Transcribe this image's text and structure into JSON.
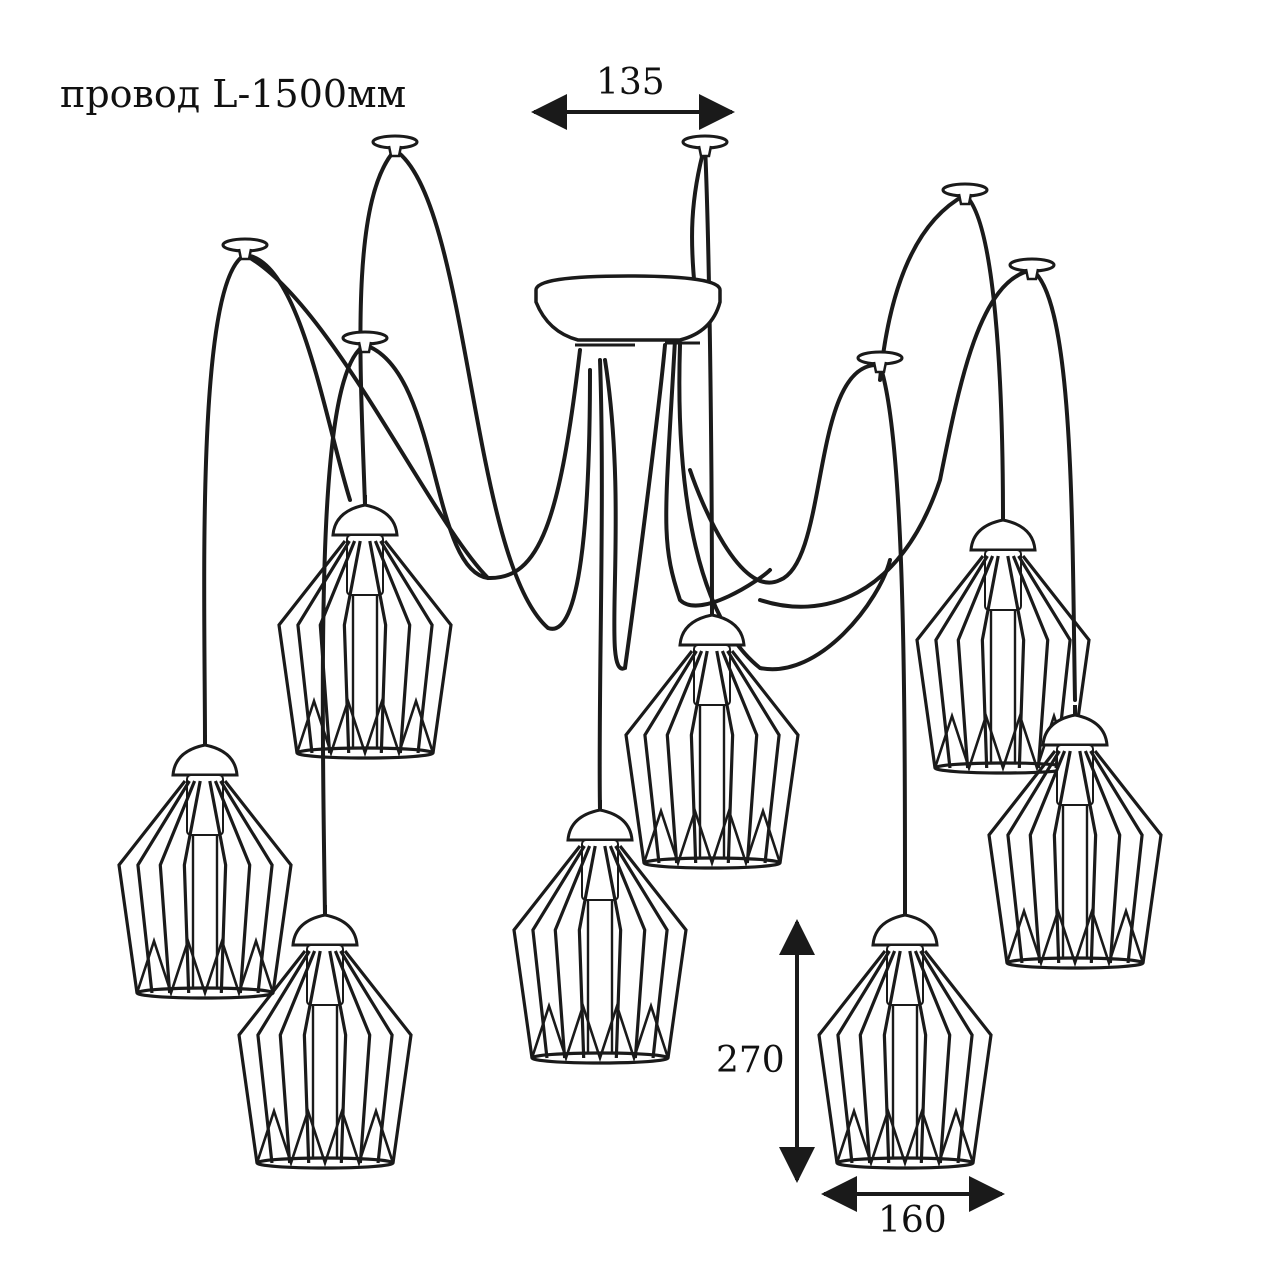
{
  "labels": {
    "wire": "провод L-1500мм",
    "canopy_width": "135",
    "shade_height": "270",
    "shade_width": "160"
  },
  "colors": {
    "line": "#1a1a1a",
    "fill": "#ffffff"
  }
}
